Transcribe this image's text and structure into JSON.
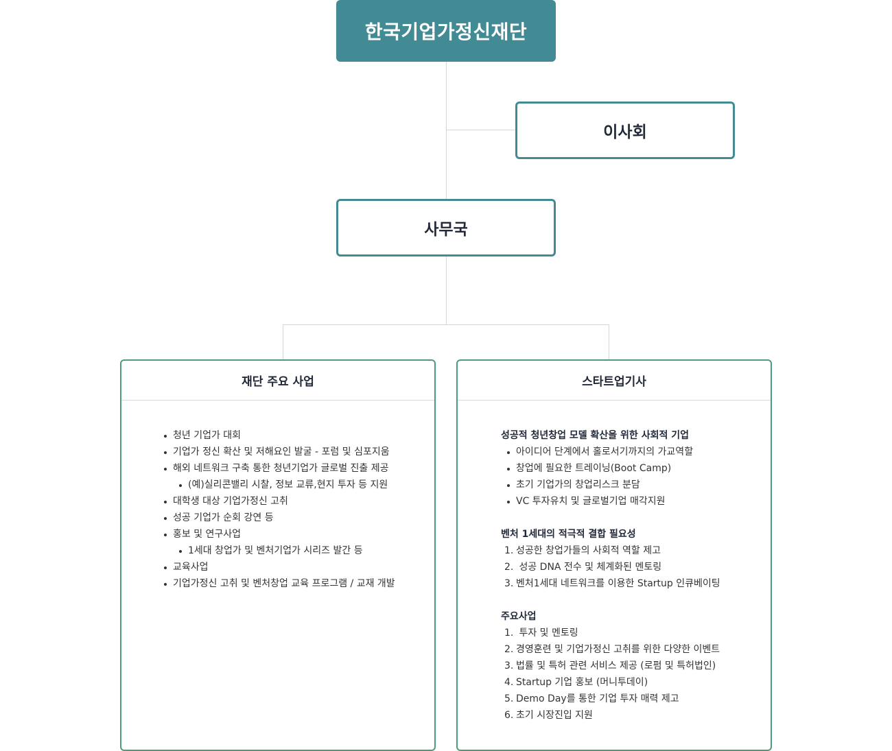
{
  "org": {
    "foundation": "한국기업가정신재단",
    "board": "이사회",
    "office": "사무국"
  },
  "left_panel": {
    "title": "재단 주요 사업",
    "items": [
      {
        "text": "청년 기업가 대회",
        "level": 1
      },
      {
        "text": "기업가 정신 확산 및 저해요인 발굴 - 포럼 및 심포지움",
        "level": 1
      },
      {
        "text": "해외 네트워크 구축 통한 청년기업가 글로벌 진출 제공",
        "level": 1
      },
      {
        "text": "(예)실리콘밸리 시찰, 정보 교류,현지 투자 등 지원",
        "level": 2
      },
      {
        "text": "대학생 대상 기업가정신 고취",
        "level": 1
      },
      {
        "text": "성공 기업가 순회 강연 등",
        "level": 1
      },
      {
        "text": "홍보 및 연구사업",
        "level": 1
      },
      {
        "text": "1세대 창업가 및 벤처기업가 시리즈 발간 등",
        "level": 2
      },
      {
        "text": "교육사업",
        "level": 1
      },
      {
        "text": "기업가정신 고취 및 벤처창업 교육 프로그램 / 교재 개발",
        "level": 1
      }
    ]
  },
  "right_panel": {
    "title": "스타트업기사",
    "section1": {
      "title": "성공적 청년창업 모델 확산을 위한 사회적 기업",
      "items": [
        "아이디어 단계에서 홀로서기까지의 가교역할",
        "창업에 필요한 트레이닝(Boot Camp)",
        "초기 기업가의 창업리스크 분담",
        "VC 투자유치 및 글로벌기업 매각지원"
      ]
    },
    "section2": {
      "title": "벤처 1세대의 적극적 결합 필요성",
      "items": [
        {
          "num": "1.",
          "text": "성공한 창업가들의 사회적 역할 제고"
        },
        {
          "num": "2.",
          "text": " 성공 DNA 전수 및 체계화된 멘토링"
        },
        {
          "num": "3.",
          "text": "벤처1세대 네트워크를 이용한 Startup 인큐베이팅"
        }
      ]
    },
    "section3": {
      "title": "주요사업",
      "items": [
        {
          "num": "1.",
          "text": " 투자 및 멘토링"
        },
        {
          "num": "2.",
          "text": "경영훈련 및 기업가정신 고취를 위한 다양한 이벤트"
        },
        {
          "num": "3.",
          "text": "법률 및 특허 관련 서비스 제공 (로펌 및 특허법인)"
        },
        {
          "num": "4.",
          "text": "Startup 기업 홍보 (머니투데이)"
        },
        {
          "num": "5.",
          "text": "Demo Day를 통한 기업 투자 매력 제고"
        },
        {
          "num": "6.",
          "text": "초기 시장진입 지원"
        }
      ]
    }
  },
  "colors": {
    "primary": "#428a94",
    "panel_border": "#4f9a78",
    "connector": "#d6d6d6"
  }
}
